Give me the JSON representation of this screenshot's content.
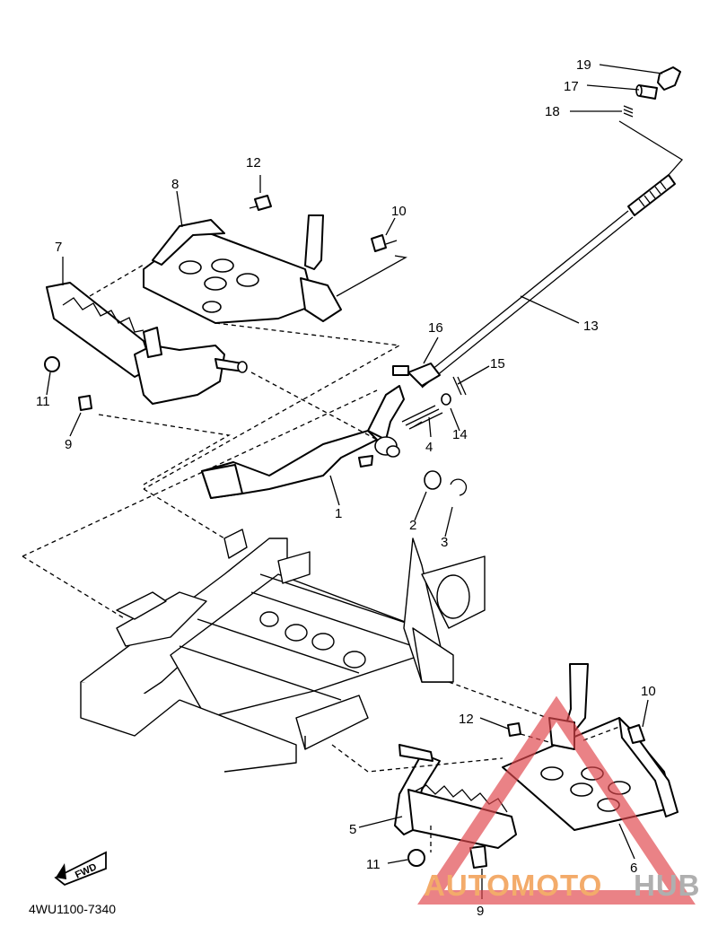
{
  "diagram": {
    "code": "4WU1100-7340",
    "fwd_label": "FWD",
    "callouts": [
      {
        "id": "c19",
        "text": "19"
      },
      {
        "id": "c17",
        "text": "17"
      },
      {
        "id": "c18",
        "text": "18"
      },
      {
        "id": "c12a",
        "text": "12"
      },
      {
        "id": "c8",
        "text": "8"
      },
      {
        "id": "c10a",
        "text": "10"
      },
      {
        "id": "c7",
        "text": "7"
      },
      {
        "id": "c16",
        "text": "16"
      },
      {
        "id": "c15",
        "text": "15"
      },
      {
        "id": "c13",
        "text": "13"
      },
      {
        "id": "c11a",
        "text": "11"
      },
      {
        "id": "c9a",
        "text": "9"
      },
      {
        "id": "c4",
        "text": "4"
      },
      {
        "id": "c14",
        "text": "14"
      },
      {
        "id": "c1",
        "text": "1"
      },
      {
        "id": "c2",
        "text": "2"
      },
      {
        "id": "c3",
        "text": "3"
      },
      {
        "id": "c10b",
        "text": "10"
      },
      {
        "id": "c12b",
        "text": "12"
      },
      {
        "id": "c5",
        "text": "5"
      },
      {
        "id": "c6",
        "text": "6"
      },
      {
        "id": "c11b",
        "text": "11"
      },
      {
        "id": "c9b",
        "text": "9"
      }
    ]
  },
  "watermark": {
    "part1": "AUTOMOTO",
    "part2": "HUB",
    "color_primary": "#f2a25a",
    "color_secondary": "#a7a7a7",
    "triangle_color": "#e0474c"
  }
}
